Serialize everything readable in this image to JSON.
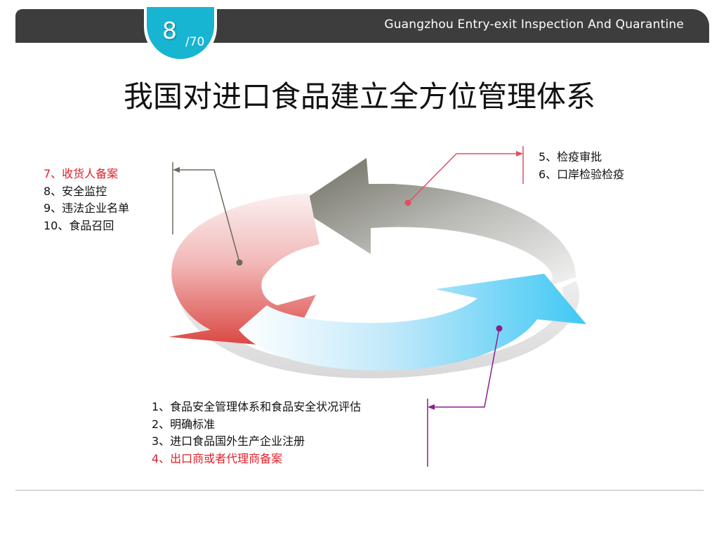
{
  "header": {
    "title": "Guangzhou Entry-exit Inspection And Quarantine",
    "page_current": "8",
    "page_total": "/70"
  },
  "title": "我国对进口食品建立全方位管理体系",
  "blocks": {
    "top_right": [
      "5、检疫审批",
      "6、口岸检验检疫"
    ],
    "top_left": [
      "7、收货人备案",
      "8、安全监控",
      "9、违法企业名单",
      "10、食品召回"
    ],
    "bottom": [
      "1、食品安全管理体系和食品安全状况评估",
      "2、明确标准",
      "3、进口食品国外生产企业注册",
      "4、出口商或者代理商备案"
    ]
  },
  "colors": {
    "header_bg": "#3d3d3d",
    "tab_accent": "#17b5d2",
    "red_arrow": "#d9443f",
    "gray_arrow": "#6b6b5e",
    "blue_arrow": "#3fc8f4",
    "highlight_text": "#e0202a",
    "callout_red": "#e05060",
    "callout_gray": "#6b6b5e",
    "callout_purple": "#8a1f8a"
  }
}
